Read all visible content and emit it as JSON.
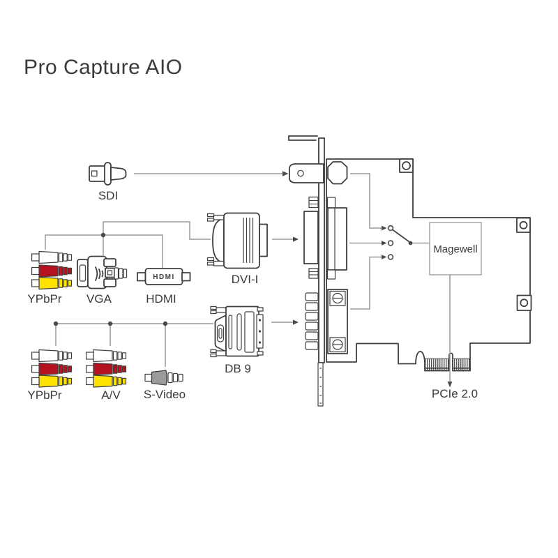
{
  "title": "Pro Capture AIO",
  "colors": {
    "outline": "#3f3f3f",
    "line": "#999999",
    "arrow": "#4a4a4a",
    "red": "#b5121f",
    "yellow": "#ffe300",
    "gray": "#9b9b9b",
    "chip_border": "#ababab",
    "text": "#3a3a3a"
  },
  "connectors": {
    "sdi": {
      "label": "SDI"
    },
    "ypbpr_top": {
      "label": "YPbPr",
      "plug_colors": [
        "white",
        "red",
        "yellow"
      ]
    },
    "vga": {
      "label": "VGA"
    },
    "hdmi": {
      "label": "HDMI",
      "logo_text": "HDMI"
    },
    "dvi": {
      "label": "DVI-I"
    },
    "db9": {
      "label": "DB 9"
    },
    "ypbpr_bottom": {
      "label": "YPbPr",
      "plug_colors": [
        "white",
        "red",
        "yellow"
      ]
    },
    "av": {
      "label": "A/V",
      "plug_colors": [
        "white",
        "red",
        "yellow"
      ]
    },
    "svideo": {
      "label": "S-Video"
    }
  },
  "card": {
    "chip_label": "Magewell",
    "pcie_label": "PCIe 2.0"
  }
}
